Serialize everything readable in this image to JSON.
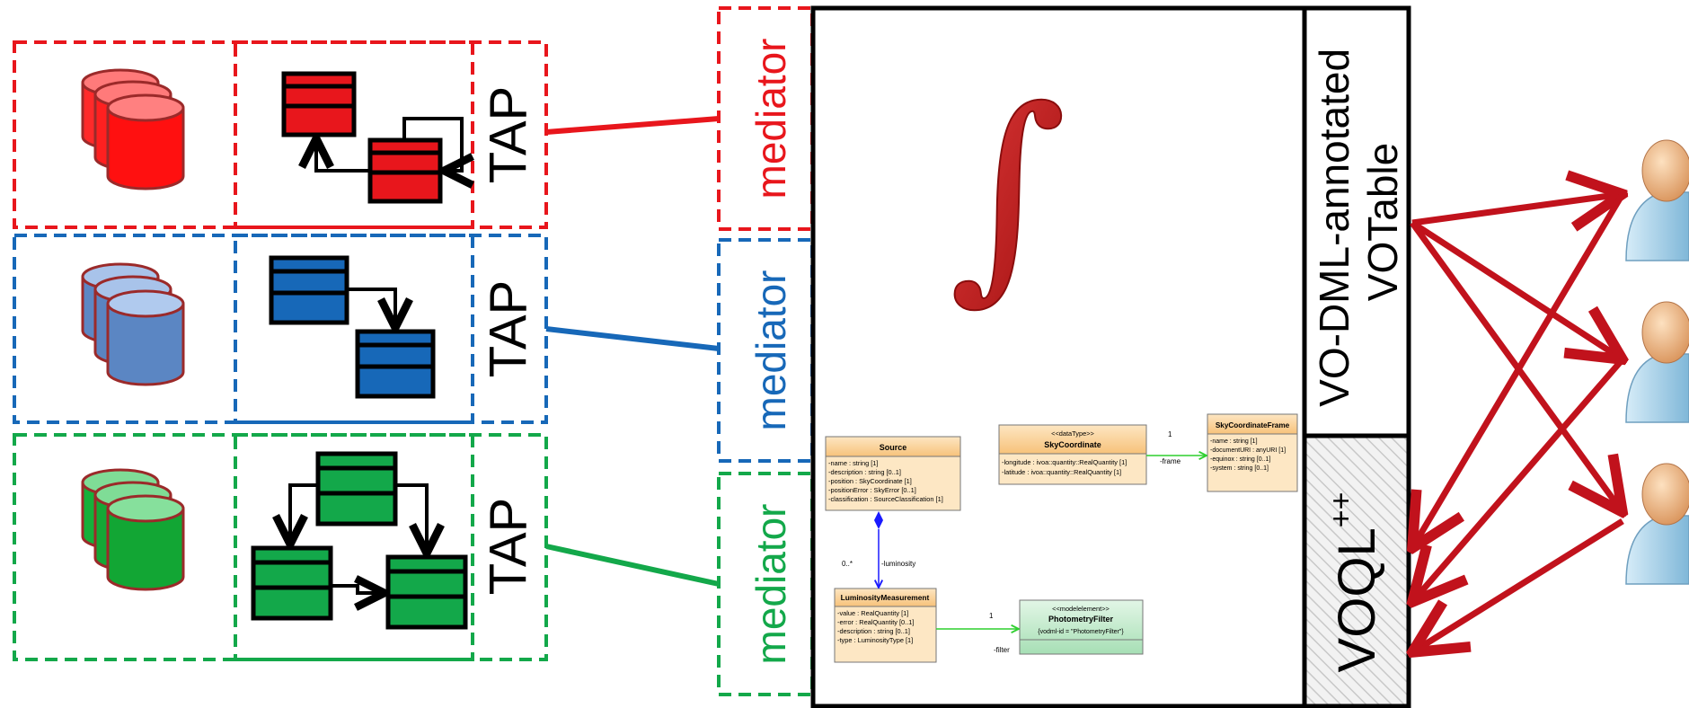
{
  "labels": {
    "tap": "TAP",
    "mediator": "mediator",
    "integral": "∫",
    "votable_line1": "VO-DML-annotated",
    "votable_line2": "VOTable",
    "voql_base": "VOQL",
    "voql_sup": "++"
  },
  "colors": {
    "red": "#e8161c",
    "blue": "#1768b8",
    "green": "#13a84a",
    "arrow_red": "#c1121c",
    "uml_header": "#fbd59b",
    "uml_green": "#c8edd2"
  },
  "uml": {
    "source": {
      "name": "Source",
      "attrs": [
        "-name : string [1]",
        "-description : string [0..1]",
        "-position : SkyCoordinate [1]",
        "-positionError : SkyError [0..1]",
        "-classification : SourceClassification [1]"
      ]
    },
    "skycoord": {
      "stereotype": "<<dataType>>",
      "name": "SkyCoordinate",
      "attrs": [
        "-longitude : ivoa::quantity::RealQuantity [1]",
        "-latitude : ivoa::quantity::RealQuantity [1]"
      ]
    },
    "frame": {
      "name": "SkyCoordinateFrame",
      "attrs": [
        "-name : string [1]",
        "-documentURI : anyURI [1]",
        "-equinox : string [0..1]",
        "-system : string [0..1]"
      ]
    },
    "lum": {
      "name": "LuminosityMeasurement",
      "attrs": [
        "-value : RealQuantity [1]",
        "-error : RealQuantity [0..1]",
        "-description : string [0..1]",
        "-type : LuminosityType [1]"
      ]
    },
    "phot": {
      "stereotype": "<<modelelement>>",
      "name": "PhotometryFilter",
      "attrs": [
        "{vodml-id = \"PhotometryFilter\"}"
      ]
    },
    "assoc": {
      "frame_mult": "1",
      "frame_role": "-frame",
      "lum_mult": "0..*",
      "lum_role": "-luminosity",
      "filter_mult": "1",
      "filter_role": "-filter"
    }
  }
}
